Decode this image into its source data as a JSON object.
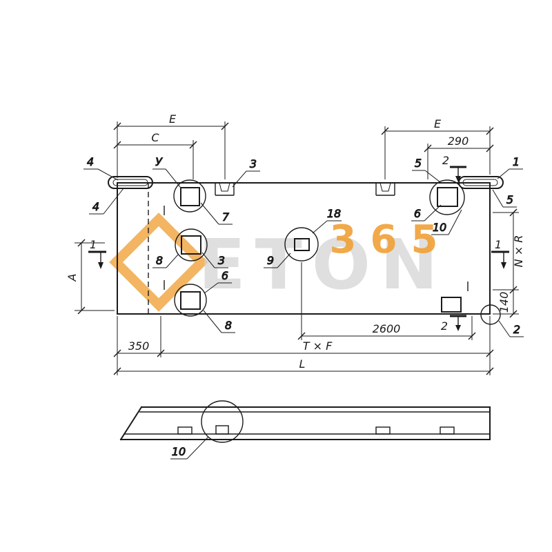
{
  "watermark": {
    "brand": "ETON",
    "number": "365",
    "accent": "#f0a23b",
    "gray": "#d4d4d4"
  },
  "dims": {
    "e_left": "E",
    "c": "C",
    "e_right": "E",
    "d290": "290",
    "d2600": "2600",
    "d350": "350",
    "txf": "T × F",
    "l": "L",
    "a": "A",
    "nxr": "N × R",
    "d140": "140"
  },
  "sections": {
    "s1_left": "1",
    "s1_right": "1",
    "s2_top": "2",
    "s2_bottom": "2"
  },
  "callouts": {
    "c4_top": "4",
    "c4_left": "4",
    "cu": "У",
    "c3_top": "3",
    "c5_top": "5",
    "c1": "1",
    "c5_right": "5",
    "c6_right": "6",
    "c10_right": "10",
    "c7": "7",
    "c18": "18",
    "c9": "9",
    "c3_mid": "3",
    "c8_mid": "8",
    "c6_low": "6",
    "c8_low": "8",
    "c2_corner": "2",
    "c10_side": "10"
  }
}
